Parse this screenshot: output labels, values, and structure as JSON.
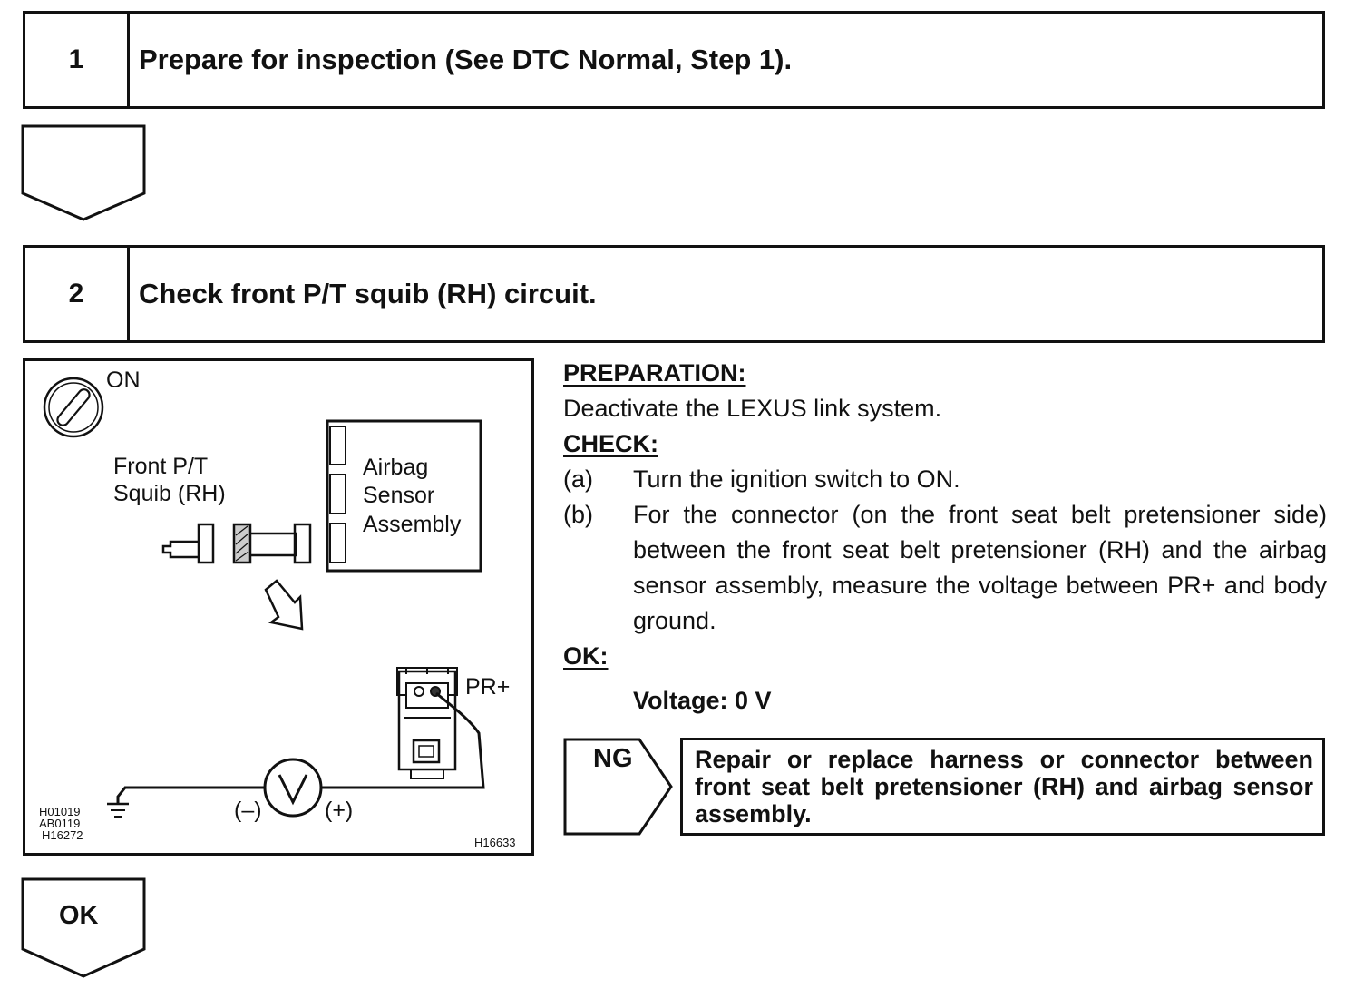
{
  "step1": {
    "number": "1",
    "title": "Prepare for inspection (See DTC Normal, Step 1)."
  },
  "step2": {
    "number": "2",
    "title": "Check front P/T squib (RH) circuit."
  },
  "diagram": {
    "ignition_label": "ON",
    "squib_label_line1": "Front P/T",
    "squib_label_line2": "Squib (RH)",
    "sensor_label_line1": "Airbag",
    "sensor_label_line2": "Sensor",
    "sensor_label_line3": "Assembly",
    "terminal_label": "PR+",
    "minus_label": "(–)",
    "plus_label": "(+)",
    "code_1": "H01019",
    "code_2": "AB0119",
    "code_3": "H16272",
    "code_4": "H16633"
  },
  "instructions": {
    "preparation_heading": "PREPARATION:",
    "preparation_text": "Deactivate the LEXUS link system.",
    "check_heading": "CHECK:",
    "check_items": [
      {
        "letter": "(a)",
        "text": "Turn the ignition switch to ON."
      },
      {
        "letter": "(b)",
        "text": "For the connector (on the front seat belt pretensioner side) between the front seat belt pretensioner (RH) and the airbag sensor assembly, measure the voltage between PR+ and body ground."
      }
    ],
    "ok_heading": "OK:",
    "spec": "Voltage: 0 V"
  },
  "results": {
    "ng_label": "NG",
    "ng_text": "Repair or replace harness or connector between front seat belt pretensioner (RH) and airbag sensor assembly.",
    "ok_label": "OK"
  }
}
